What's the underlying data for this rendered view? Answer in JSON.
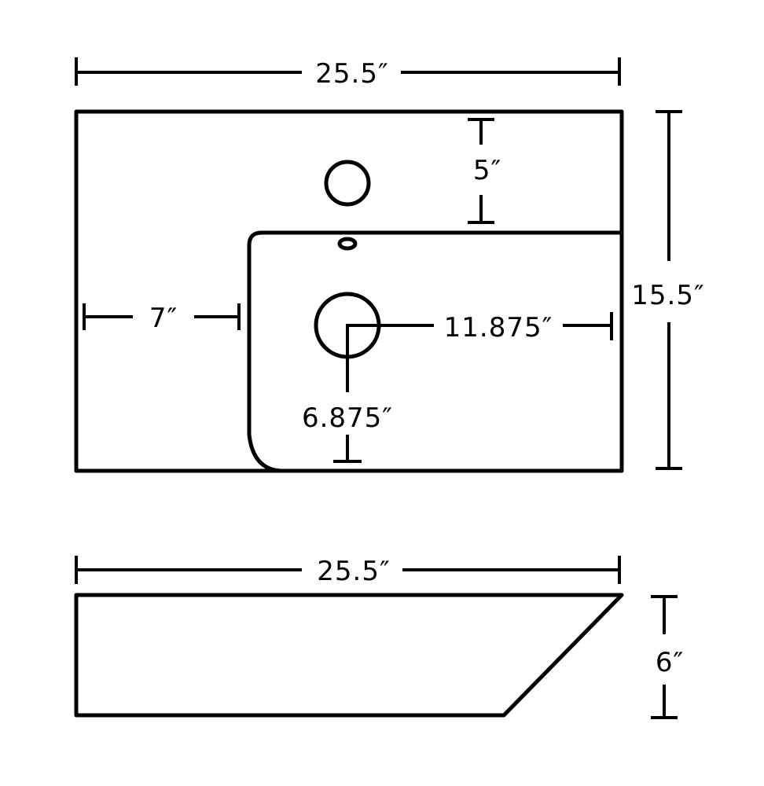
{
  "top_view": {
    "width_label": "25.5″",
    "depth_label": "15.5″",
    "faucet_offset_label": "5″",
    "left_deck_label": "7″",
    "drain_right_label": "11.875″",
    "drain_front_label": "6.875″"
  },
  "side_view": {
    "width_label": "25.5″",
    "height_label": "6″"
  },
  "colors": {
    "line": "#000000",
    "background": "#ffffff"
  }
}
